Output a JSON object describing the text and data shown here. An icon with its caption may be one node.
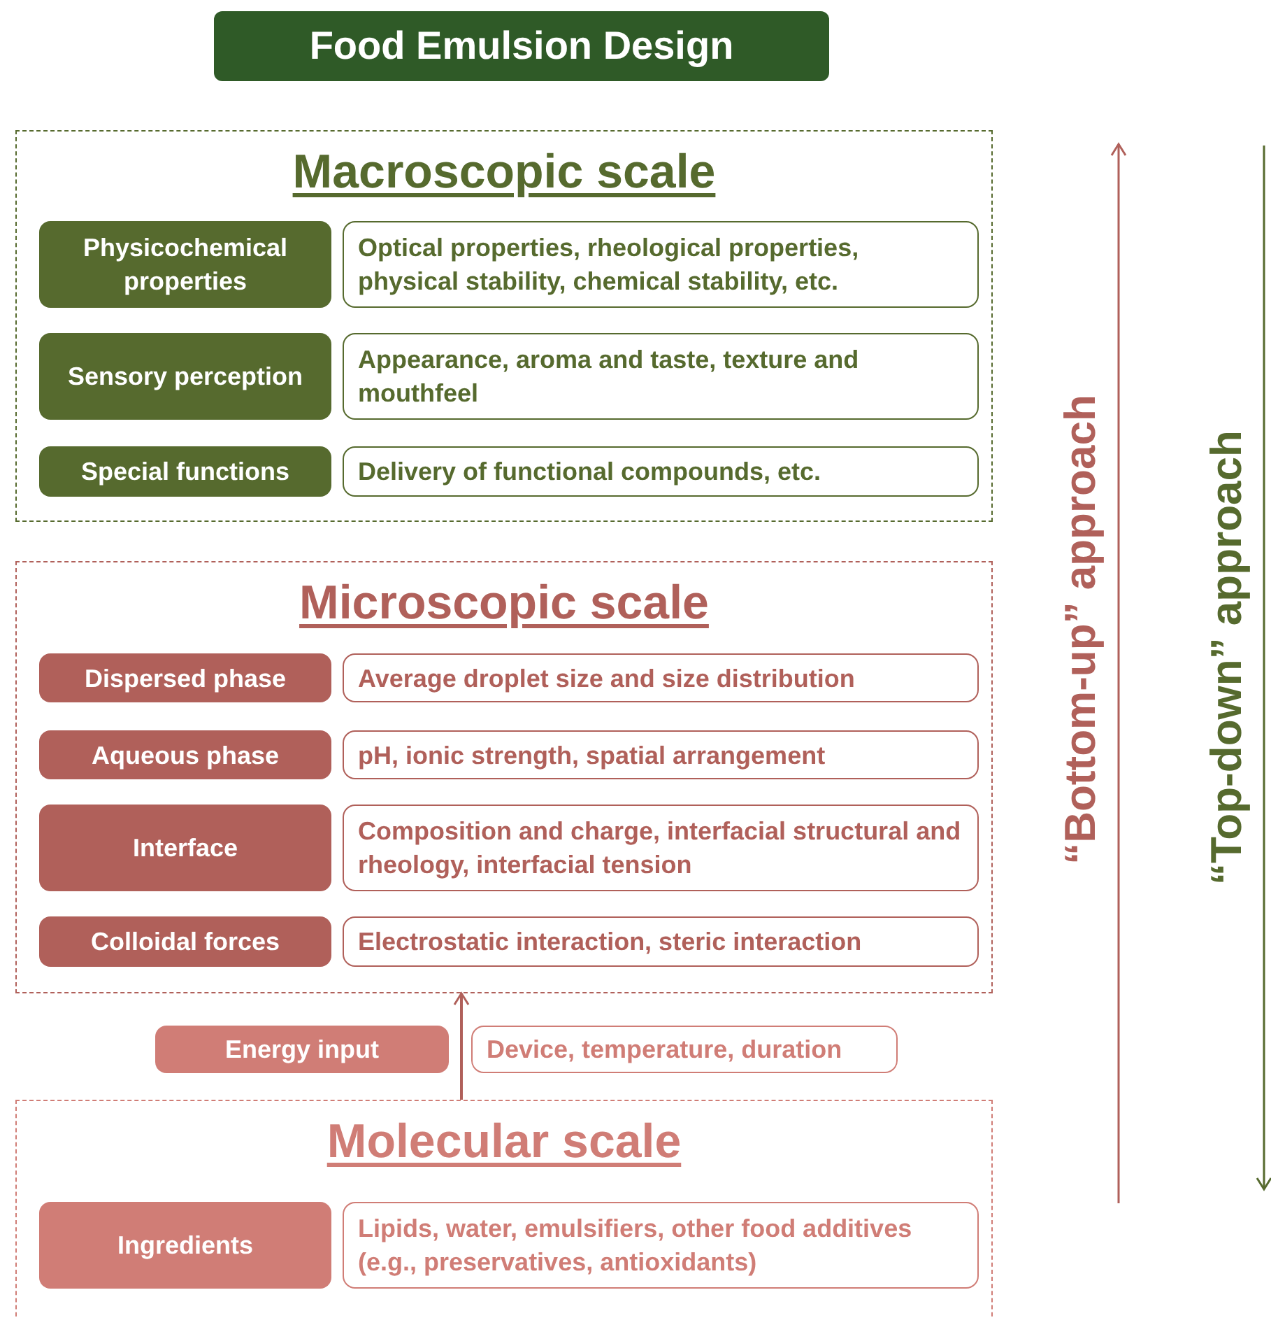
{
  "diagram": {
    "title": "Food Emulsion Design",
    "nodes": [
      {
        "text": [
          "Macroscopic scale"
        ]
      },
      {
        "text": [
          "Physicochemical properties"
        ],
        "in": 0
      },
      {
        "text": [
          "Optical properties, rheological properties, physical stability, chemical stability, etc."
        ],
        "in": 0
      },
      {
        "text": [
          "Sensory perception"
        ],
        "in": 0
      },
      {
        "text": [
          "Appearance, aroma and taste, texture and mouthfeel"
        ],
        "in": 0
      },
      {
        "text": [
          "Special functions"
        ],
        "in": 0
      },
      {
        "text": [
          "Delivery of functional compounds, etc."
        ],
        "in": 0
      },
      {
        "text": [
          "Microscopic scale"
        ]
      },
      {
        "text": [
          "Dispersed phase"
        ],
        "in": 7
      },
      {
        "text": [
          "Average droplet size and size distribution"
        ],
        "in": 7
      },
      {
        "text": [
          "Aqueous phase"
        ],
        "in": 7
      },
      {
        "text": [
          "pH, ionic strength, spatial arrangement"
        ],
        "in": 7
      },
      {
        "text": [
          "Interface"
        ],
        "in": 7
      },
      {
        "text": [
          "Composition and charge, interfacial structural and rheology, interfacial tension"
        ],
        "in": 7
      },
      {
        "text": [
          "Colloidal forces"
        ],
        "in": 7
      },
      {
        "text": [
          "Electrostatic interaction, steric interaction"
        ],
        "in": 7
      },
      {
        "text": [
          "Energy input"
        ]
      },
      {
        "text": [
          "Device, temperature, duration"
        ]
      },
      {
        "text": [
          "Molecular scale"
        ]
      },
      {
        "text": [
          "Ingredients"
        ],
        "in": 18
      },
      {
        "text": [
          "Lipids, water, emulsifiers, other food additives (e.g., preservatives, antioxidants)"
        ],
        "in": 18
      }
    ],
    "edges": [
      {
        "from": 18,
        "to": 7,
        "arrow": "to"
      }
    ],
    "labels": [
      "“Bottom-up” approach",
      "“Top-down” approach"
    ]
  }
}
